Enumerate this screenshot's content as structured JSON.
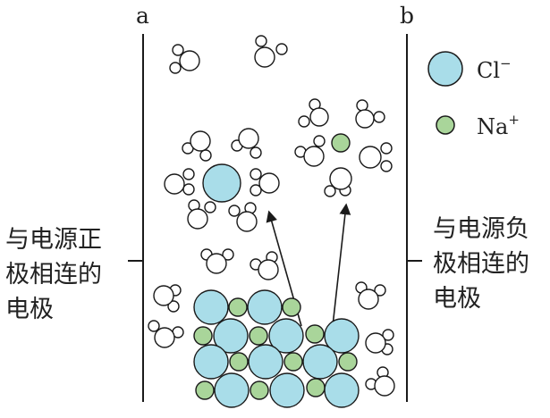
{
  "electrodes": {
    "a": {
      "letter": "a",
      "label_lines": [
        "与电源正",
        "极相连的",
        "电极"
      ]
    },
    "b": {
      "letter": "b",
      "label_lines": [
        "与电源负",
        "极相连的",
        "电极"
      ]
    }
  },
  "legend": {
    "cl": {
      "symbol": "Cl",
      "charge": "−"
    },
    "na": {
      "symbol": "Na",
      "charge": "+"
    }
  },
  "colors": {
    "cl_fill": "#a9dde9",
    "na_fill": "#a9d59a",
    "water_fill": "#ffffff",
    "stroke": "#1a1a1a"
  },
  "icons": {
    "water_molecule": "water-molecule-icon",
    "arrow": "arrow-up-icon"
  }
}
